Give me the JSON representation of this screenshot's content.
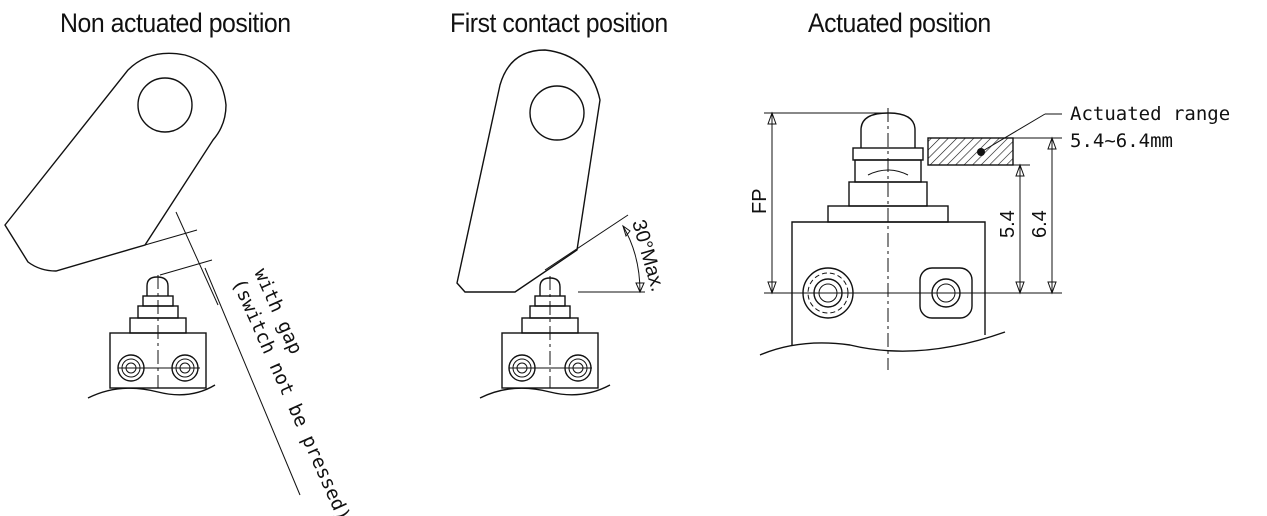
{
  "titles": {
    "non_actuated": "Non actuated position",
    "first_contact": "First contact position",
    "actuated": "Actuated position"
  },
  "annotations": {
    "gap_line1": "with gap",
    "gap_line2": "(switch not be pressed)",
    "angle": "30°Max.",
    "range_label": "Actuated range",
    "range_value": "5.4~6.4mm",
    "fp": "FP",
    "dim_small": "5.4",
    "dim_large": "6.4"
  }
}
